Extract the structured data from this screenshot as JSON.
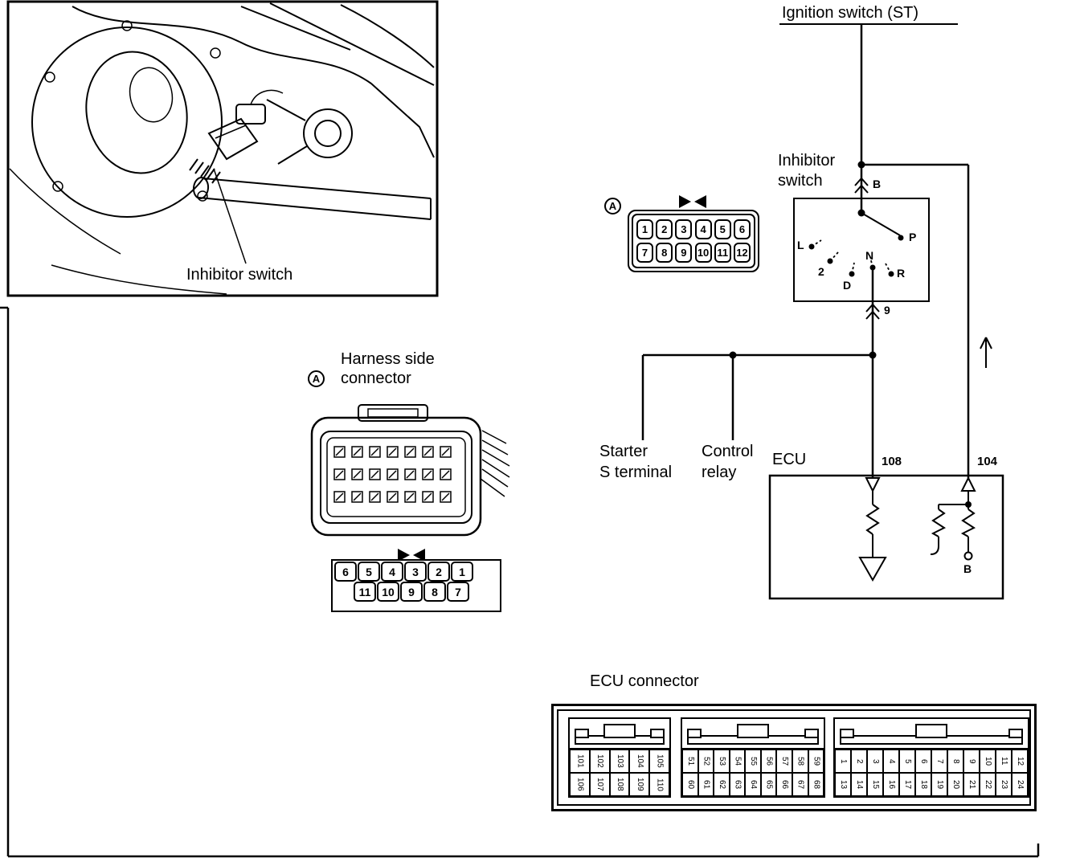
{
  "colors": {
    "ink": "#000000",
    "paper": "#ffffff"
  },
  "illustration": {
    "caption": "Inhibitor switch"
  },
  "wiring": {
    "ignition_label": "Ignition switch (ST)",
    "inhibitor_label_line1": "Inhibitor",
    "inhibitor_label_line2": "switch",
    "wire_marker_b": "B",
    "wire_marker_9": "9",
    "switch_positions": {
      "L": "L",
      "2": "2",
      "D": "D",
      "N": "N",
      "R": "R",
      "P": "P"
    },
    "starter_label_line1": "Starter",
    "starter_label_line2": "S terminal",
    "control_relay_line1": "Control",
    "control_relay_line2": "relay",
    "ecu_label": "ECU",
    "ecu_pin_108": "108",
    "ecu_pin_104": "104",
    "ecu_internal_b": "B"
  },
  "connector_a": {
    "badge": "A",
    "row1": [
      "1",
      "2",
      "3",
      "4",
      "5",
      "6"
    ],
    "row2": [
      "7",
      "8",
      "9",
      "10",
      "11",
      "12"
    ]
  },
  "harness": {
    "badge": "A",
    "title_line1": "Harness side",
    "title_line2": "connector",
    "pins_row1": [
      "6",
      "5",
      "4",
      "3",
      "2",
      "1"
    ],
    "pins_row2": [
      "11",
      "10",
      "9",
      "8",
      "7"
    ]
  },
  "ecu_connector": {
    "title": "ECU connector",
    "group1": {
      "top": [
        "101",
        "102",
        "103",
        "104",
        "105"
      ],
      "bottom": [
        "106",
        "107",
        "108",
        "109",
        "110"
      ]
    },
    "group2": {
      "top": [
        "51",
        "52",
        "53",
        "54",
        "55",
        "56",
        "57",
        "58",
        "59"
      ],
      "bottom": [
        "60",
        "61",
        "62",
        "63",
        "64",
        "65",
        "66",
        "67",
        "68"
      ]
    },
    "group3": {
      "top": [
        "1",
        "2",
        "3",
        "4",
        "5",
        "6",
        "7",
        "8",
        "9",
        "10",
        "11",
        "12"
      ],
      "bottom": [
        "13",
        "14",
        "15",
        "16",
        "17",
        "18",
        "19",
        "20",
        "21",
        "22",
        "23",
        "24"
      ]
    }
  }
}
